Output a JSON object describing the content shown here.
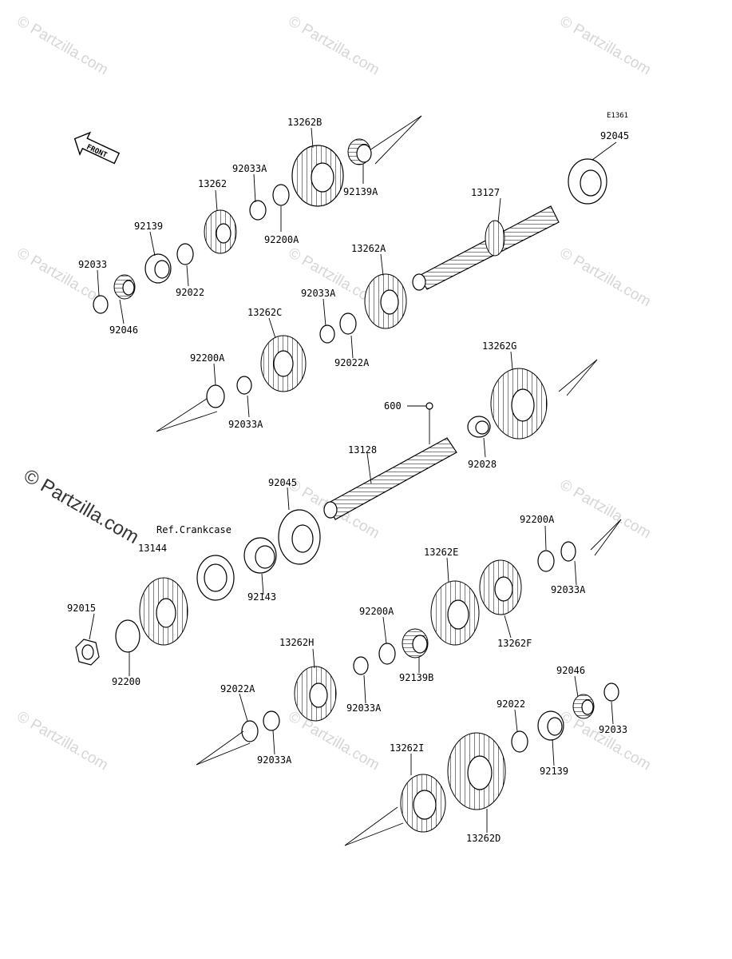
{
  "diagram_code": "E1361",
  "front_label": "FRONT",
  "watermark": "© Partzilla.com",
  "reference_note": "Ref.Crankcase",
  "parts": {
    "p13262B": "13262B",
    "p92139A": "92139A",
    "p92033A_1": "92033A",
    "p92200A_1": "92200A",
    "p13262": "13262",
    "p92139_1": "92139",
    "p92022_1": "92022",
    "p92033_1": "92033",
    "p92046_1": "92046",
    "p92045_1": "92045",
    "p13127": "13127",
    "p13262A": "13262A",
    "p92033A_2": "92033A",
    "p92022A_1": "92022A",
    "p13262C": "13262C",
    "p92200A_2": "92200A",
    "p92033A_3": "92033A",
    "p13262G": "13262G",
    "p600": "600",
    "p92028": "92028",
    "p13128": "13128",
    "p92045_2": "92045",
    "p13144": "13144",
    "p92143": "92143",
    "p92200A_3": "92200A",
    "p92033A_4": "92033A",
    "p13262E": "13262E",
    "p13262F": "13262F",
    "p92015": "92015",
    "p92200": "92200",
    "p92200A_4": "92200A",
    "p92139B": "92139B",
    "p13262H": "13262H",
    "p92033A_5": "92033A",
    "p92046_2": "92046",
    "p92022A_2": "92022A",
    "p92022_2": "92022",
    "p92033_2": "92033",
    "p92033A_6": "92033A",
    "p92139_2": "92139",
    "p13262I": "13262I",
    "p13262D": "13262D"
  }
}
